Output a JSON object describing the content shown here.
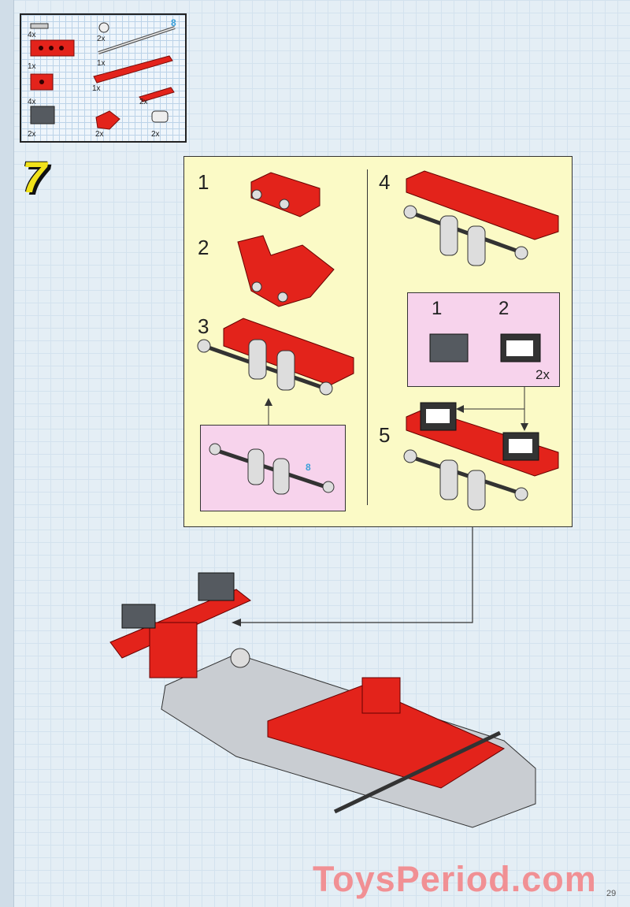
{
  "parts_list": {
    "items": [
      {
        "name": "axle-pin",
        "qty": "4x"
      },
      {
        "name": "bush",
        "qty": "2x"
      },
      {
        "name": "technic-brick-1x4",
        "qty": "1x"
      },
      {
        "name": "axle-8",
        "qty": "1x",
        "length": "8"
      },
      {
        "name": "plate-1x8",
        "qty": "1x"
      },
      {
        "name": "technic-brick-1x2",
        "qty": "4x"
      },
      {
        "name": "plate-1x3",
        "qty": "2x"
      },
      {
        "name": "brick-1x2-grey",
        "qty": "2x"
      },
      {
        "name": "slope-red",
        "qty": "2x"
      },
      {
        "name": "cross-block",
        "qty": "2x"
      }
    ]
  },
  "step_number": "7",
  "substeps": [
    "1",
    "2",
    "3",
    "4",
    "5"
  ],
  "subassembly_callout": {
    "axle_length": "8"
  },
  "brick_callout": {
    "labels": [
      "1",
      "2"
    ],
    "qty": "2x"
  },
  "colors": {
    "red": "#e3231b",
    "grey": "#555a60",
    "yellow_panel": "#fbfac6",
    "pink": "#f7d3ec"
  },
  "watermark": "ToysPeriod.com",
  "page_number": "29"
}
